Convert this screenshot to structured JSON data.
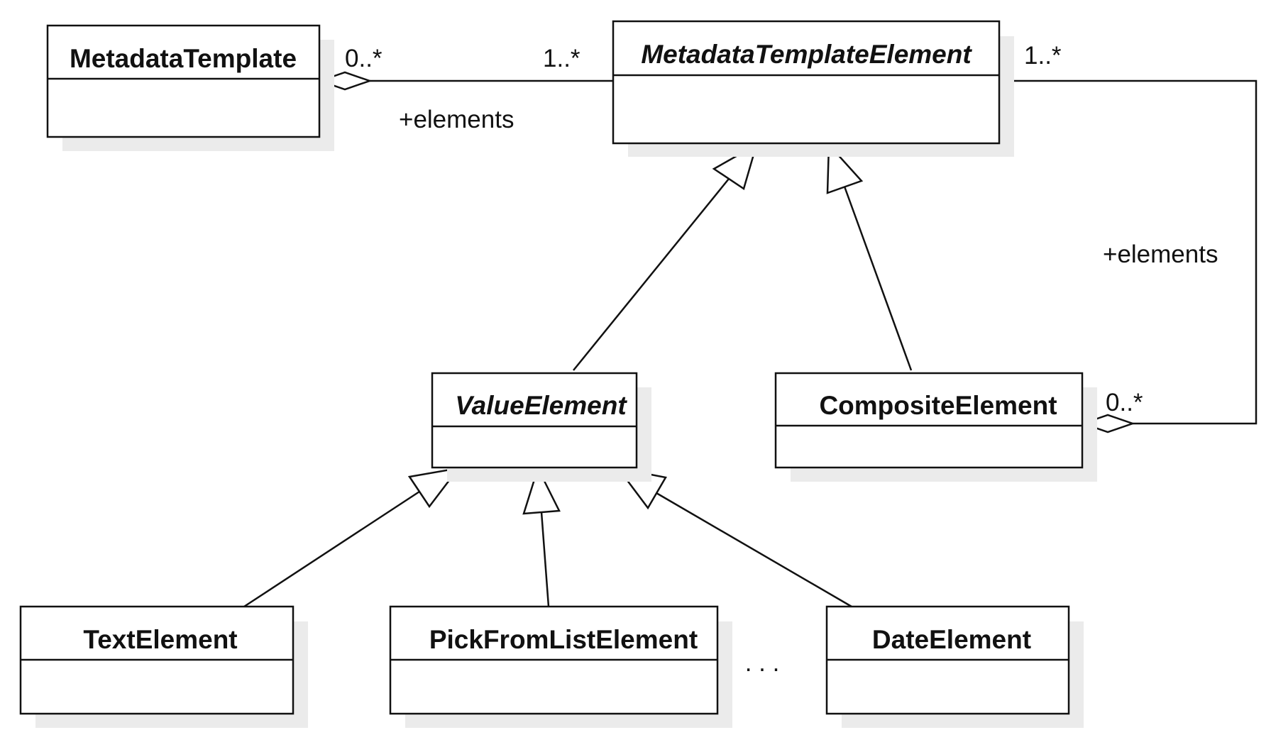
{
  "diagram": {
    "classes": {
      "metadata_template": {
        "name": "MetadataTemplate",
        "abstract": false
      },
      "metadata_template_element": {
        "name": "MetadataTemplateElement",
        "abstract": true
      },
      "value_element": {
        "name": "ValueElement",
        "abstract": true
      },
      "composite_element": {
        "name": "CompositeElement",
        "abstract": false
      },
      "text_element": {
        "name": "TextElement",
        "abstract": false
      },
      "pick_from_list_element": {
        "name": "PickFromListElement",
        "abstract": false
      },
      "date_element": {
        "name": "DateElement",
        "abstract": false
      }
    },
    "associations": {
      "template_elements": {
        "from": "MetadataTemplate",
        "to": "MetadataTemplateElement",
        "kind": "aggregation",
        "source_multiplicity": "0..*",
        "target_multiplicity": "1..*",
        "role": "+elements"
      },
      "composite_elements": {
        "from": "CompositeElement",
        "to": "MetadataTemplateElement",
        "kind": "aggregation",
        "source_multiplicity": "0..*",
        "target_multiplicity": "1..*",
        "role": "+elements"
      }
    },
    "generalizations": [
      {
        "child": "ValueElement",
        "parent": "MetadataTemplateElement"
      },
      {
        "child": "CompositeElement",
        "parent": "MetadataTemplateElement"
      },
      {
        "child": "TextElement",
        "parent": "ValueElement"
      },
      {
        "child": "PickFromListElement",
        "parent": "ValueElement"
      },
      {
        "child": "DateElement",
        "parent": "ValueElement"
      }
    ],
    "ellipsis": ". . ."
  }
}
